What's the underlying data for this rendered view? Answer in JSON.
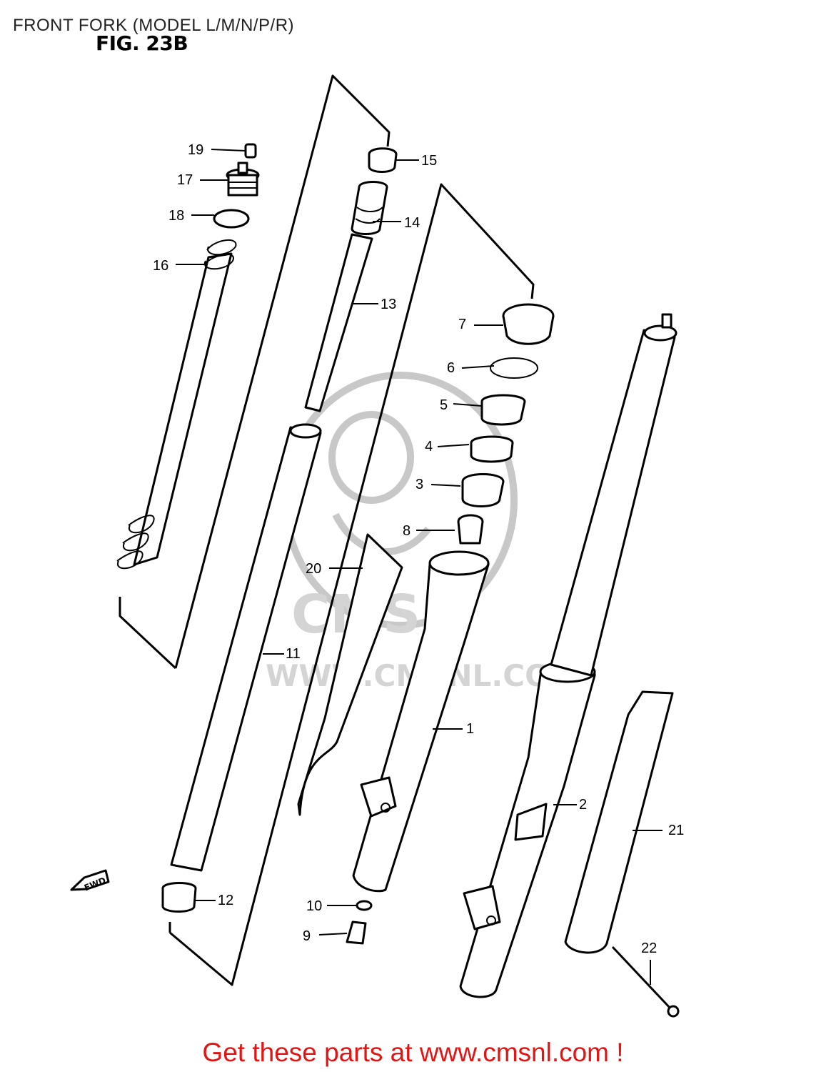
{
  "title": "FRONT FORK (MODEL L/M/N/P/R)",
  "figure": "FIG. 23B",
  "watermark": {
    "logo_text": "CMS",
    "url_text": "WWW.CMSNL.COM"
  },
  "direction_marker": "FWD",
  "callouts": [
    {
      "id": "c1",
      "label": "1"
    },
    {
      "id": "c2",
      "label": "2"
    },
    {
      "id": "c3",
      "label": "3"
    },
    {
      "id": "c4",
      "label": "4"
    },
    {
      "id": "c5",
      "label": "5"
    },
    {
      "id": "c6",
      "label": "6"
    },
    {
      "id": "c7",
      "label": "7"
    },
    {
      "id": "c8",
      "label": "8"
    },
    {
      "id": "c9",
      "label": "9"
    },
    {
      "id": "c10",
      "label": "10"
    },
    {
      "id": "c11",
      "label": "11"
    },
    {
      "id": "c12",
      "label": "12"
    },
    {
      "id": "c13",
      "label": "13"
    },
    {
      "id": "c14",
      "label": "14"
    },
    {
      "id": "c15",
      "label": "15"
    },
    {
      "id": "c16",
      "label": "16"
    },
    {
      "id": "c17",
      "label": "17"
    },
    {
      "id": "c18",
      "label": "18"
    },
    {
      "id": "c19",
      "label": "19"
    },
    {
      "id": "c20",
      "label": "20"
    },
    {
      "id": "c21",
      "label": "21"
    },
    {
      "id": "c22",
      "label": "22"
    }
  ],
  "footer": {
    "text": "Get these parts at www.cmsnl.com !"
  },
  "colors": {
    "footer": "#e31414",
    "line": "#000000",
    "watermark": "#cccccc"
  }
}
